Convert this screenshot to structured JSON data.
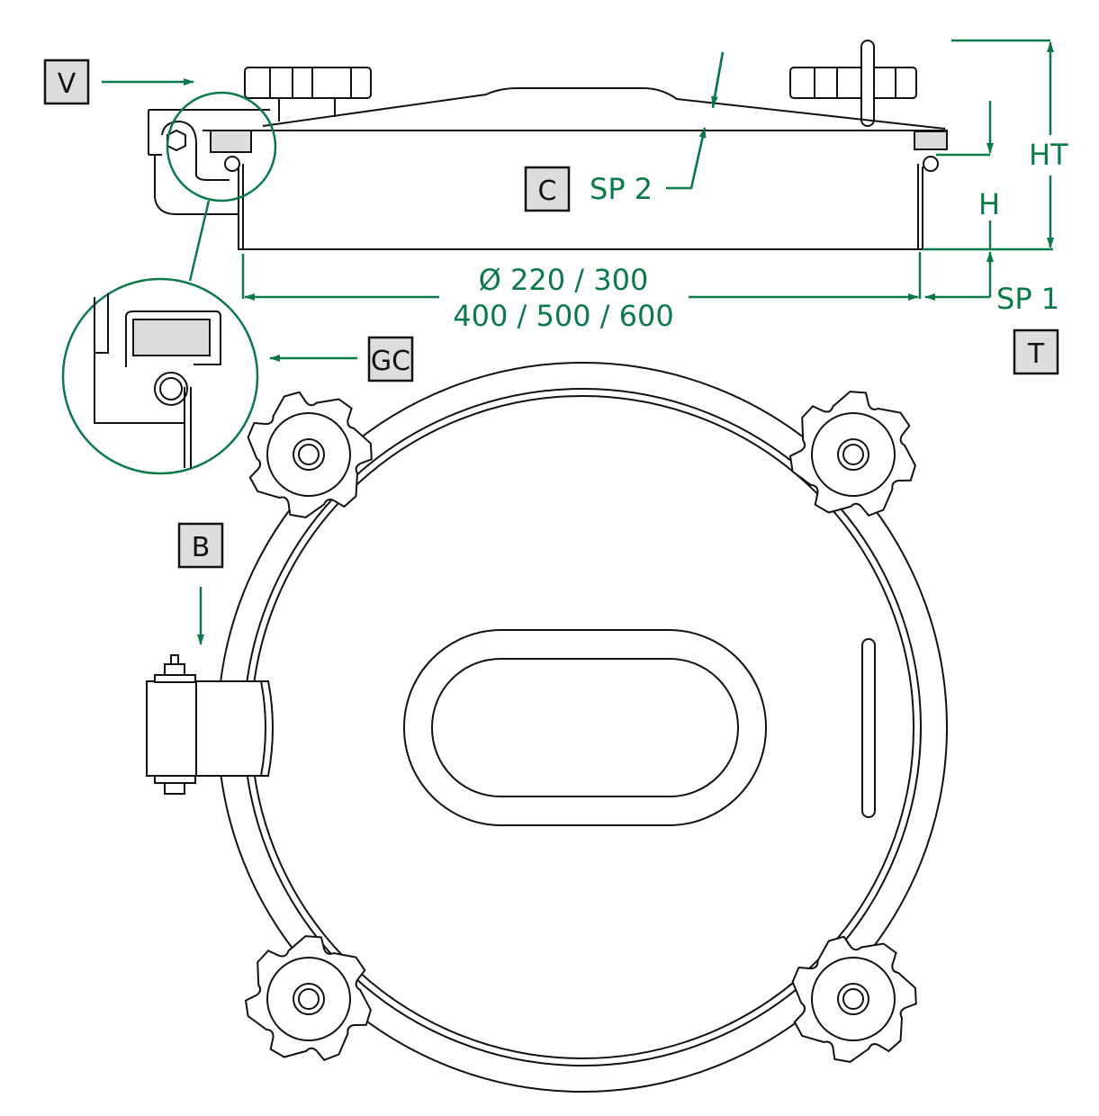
{
  "labels": {
    "v": "V",
    "c": "C",
    "gc": "GC",
    "b": "B",
    "t": "T"
  },
  "dimensions": {
    "sp2": "SP 2",
    "ht": "HT",
    "h": "H",
    "sp1": "SP 1",
    "diameter_line1": "Ø  220 / 300",
    "diameter_line2": "400 / 500 / 600"
  },
  "colors": {
    "dimension": "#0b7a48",
    "label_fill": "#dddddd",
    "line": "#111111"
  }
}
